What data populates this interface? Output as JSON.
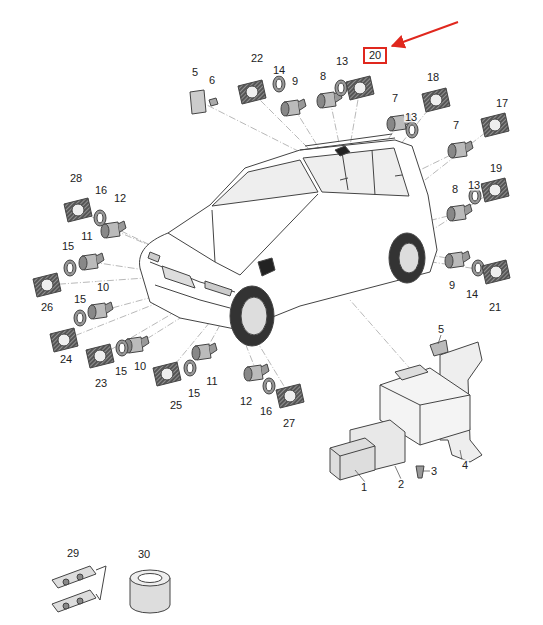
{
  "diagram": {
    "nodes": [
      {
        "text": [
          "20"
        ]
      }
    ],
    "labels": [
      "5",
      "22",
      "6",
      "14",
      "9",
      "13",
      "8",
      "18",
      "7",
      "17",
      "13",
      "7",
      "19",
      "28",
      "13",
      "8",
      "16",
      "12",
      "11",
      "15",
      "10",
      "9",
      "14",
      "15",
      "26",
      "21",
      "5",
      "24",
      "10",
      "15",
      "11",
      "23",
      "15",
      "12",
      "25",
      "16",
      "27",
      "4",
      "3",
      "2",
      "1",
      "29",
      "30"
    ]
  }
}
